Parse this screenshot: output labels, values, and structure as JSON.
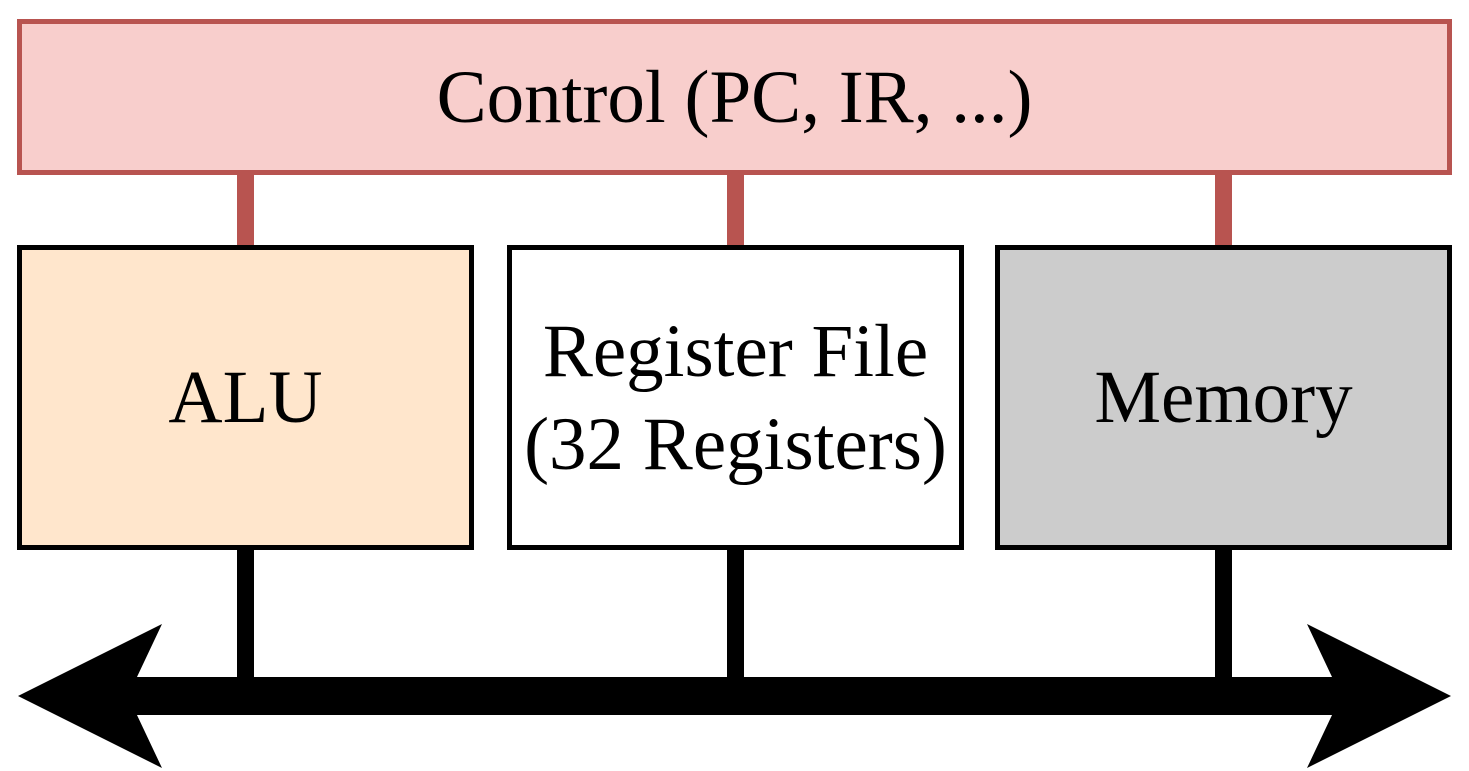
{
  "diagram": {
    "kind": "cpu-block-diagram",
    "control_box": {
      "label": "Control (PC, IR, ...)"
    },
    "component_boxes": [
      {
        "id": "alu",
        "label": "ALU"
      },
      {
        "id": "register-file",
        "label_line1": "Register File",
        "label_line2": "(32 Registers)"
      },
      {
        "id": "memory",
        "label": "Memory"
      }
    ],
    "connectors": {
      "control_to_components": [
        "alu",
        "register-file",
        "memory"
      ],
      "components_to_bus": [
        "alu",
        "register-file",
        "memory"
      ]
    },
    "bus": {
      "icon": "double-headed-arrow",
      "direction": "bidirectional-horizontal"
    },
    "colors": {
      "control_fill": "#f8cecc",
      "control_border": "#b85450",
      "control_connector": "#b85450",
      "alu_fill": "#ffe6cc",
      "register_file_fill": "#ffffff",
      "memory_fill": "#cccccc",
      "component_border": "#000000",
      "bus": "#000000",
      "text": "#000000",
      "background": "#ffffff"
    }
  }
}
